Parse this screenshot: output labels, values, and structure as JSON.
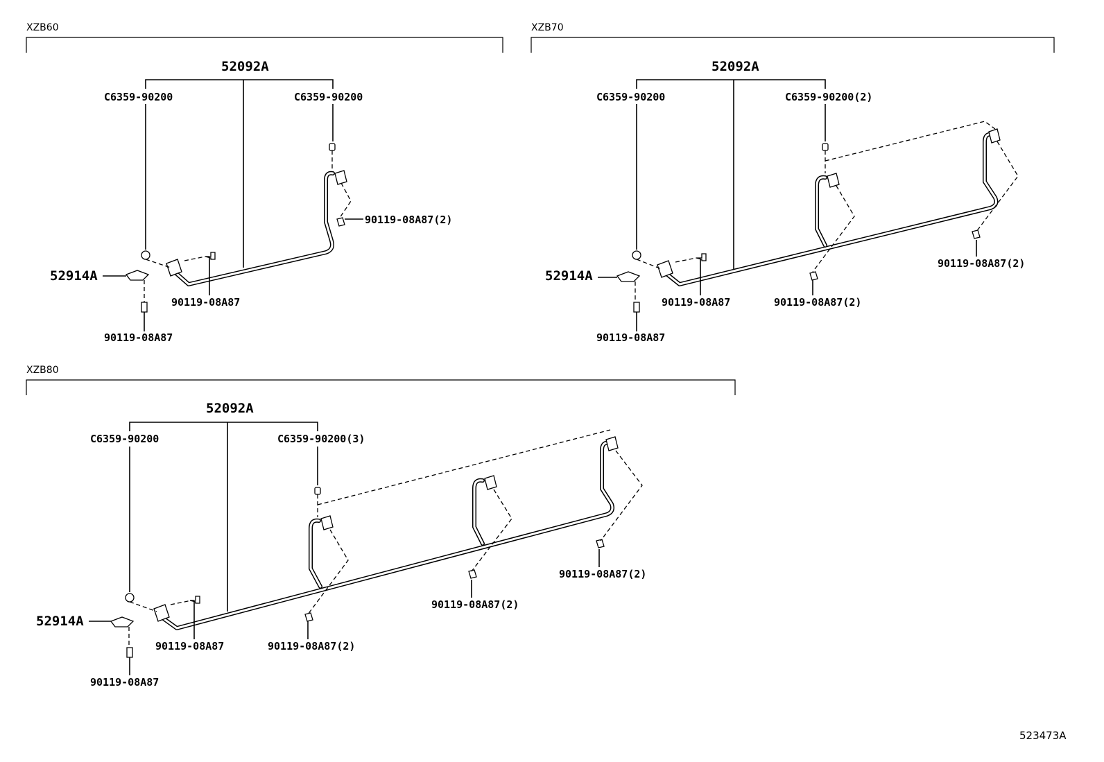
{
  "diagram_code": "523473A",
  "variants": [
    {
      "name": "XZB60",
      "assembly_label": "52092A",
      "clip_left": "C6359-90200",
      "clip_right": "C6359-90200",
      "bracket_label": "52914A",
      "bolt_bracket": "90119-08A87",
      "bolt_front": "90119-08A87",
      "bolt_upright_1": "90119-08A87(2)"
    },
    {
      "name": "XZB70",
      "assembly_label": "52092A",
      "clip_left": "C6359-90200",
      "clip_right": "C6359-90200(2)",
      "bracket_label": "52914A",
      "bolt_bracket": "90119-08A87",
      "bolt_front": "90119-08A87",
      "bolt_upright_1": "90119-08A87(2)",
      "bolt_upright_2": "90119-08A87(2)"
    },
    {
      "name": "XZB80",
      "assembly_label": "52092A",
      "clip_left": "C6359-90200",
      "clip_right": "C6359-90200(3)",
      "bracket_label": "52914A",
      "bolt_bracket": "90119-08A87",
      "bolt_front": "90119-08A87",
      "bolt_upright_1": "90119-08A87(2)",
      "bolt_upright_2": "90119-08A87(2)",
      "bolt_upright_3": "90119-08A87(2)"
    }
  ]
}
